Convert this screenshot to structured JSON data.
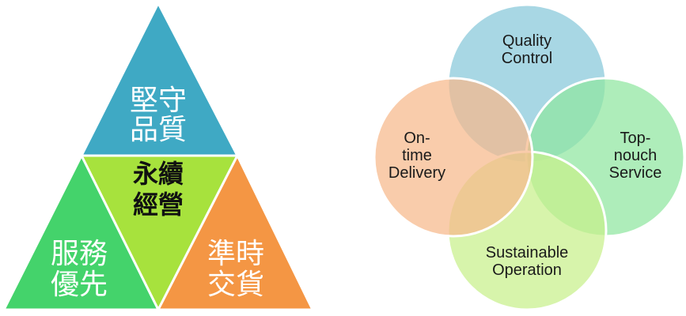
{
  "triangle": {
    "top": {
      "lines": [
        "堅守",
        "品質"
      ],
      "color": "#3fa9c4"
    },
    "center": {
      "lines": [
        "永續",
        "經營"
      ],
      "color": "#a7e23d"
    },
    "left": {
      "lines": [
        "服務",
        "優先"
      ],
      "color": "#44d36b"
    },
    "right": {
      "lines": [
        "準時",
        "交貨"
      ],
      "color": "#f49644"
    }
  },
  "venn": {
    "circles": [
      {
        "key": "quality",
        "lines": [
          "Quality",
          "Control"
        ],
        "color": "#87c7d9"
      },
      {
        "key": "service",
        "lines": [
          "Top-",
          "nouch",
          "Service"
        ],
        "color": "#8fe6a0"
      },
      {
        "key": "sustain",
        "lines": [
          "Sustainable",
          "Operation"
        ],
        "color": "#c7f08a"
      },
      {
        "key": "delivery",
        "lines": [
          "On-",
          "time",
          "Delivery"
        ],
        "color": "#f7b88a"
      }
    ]
  }
}
